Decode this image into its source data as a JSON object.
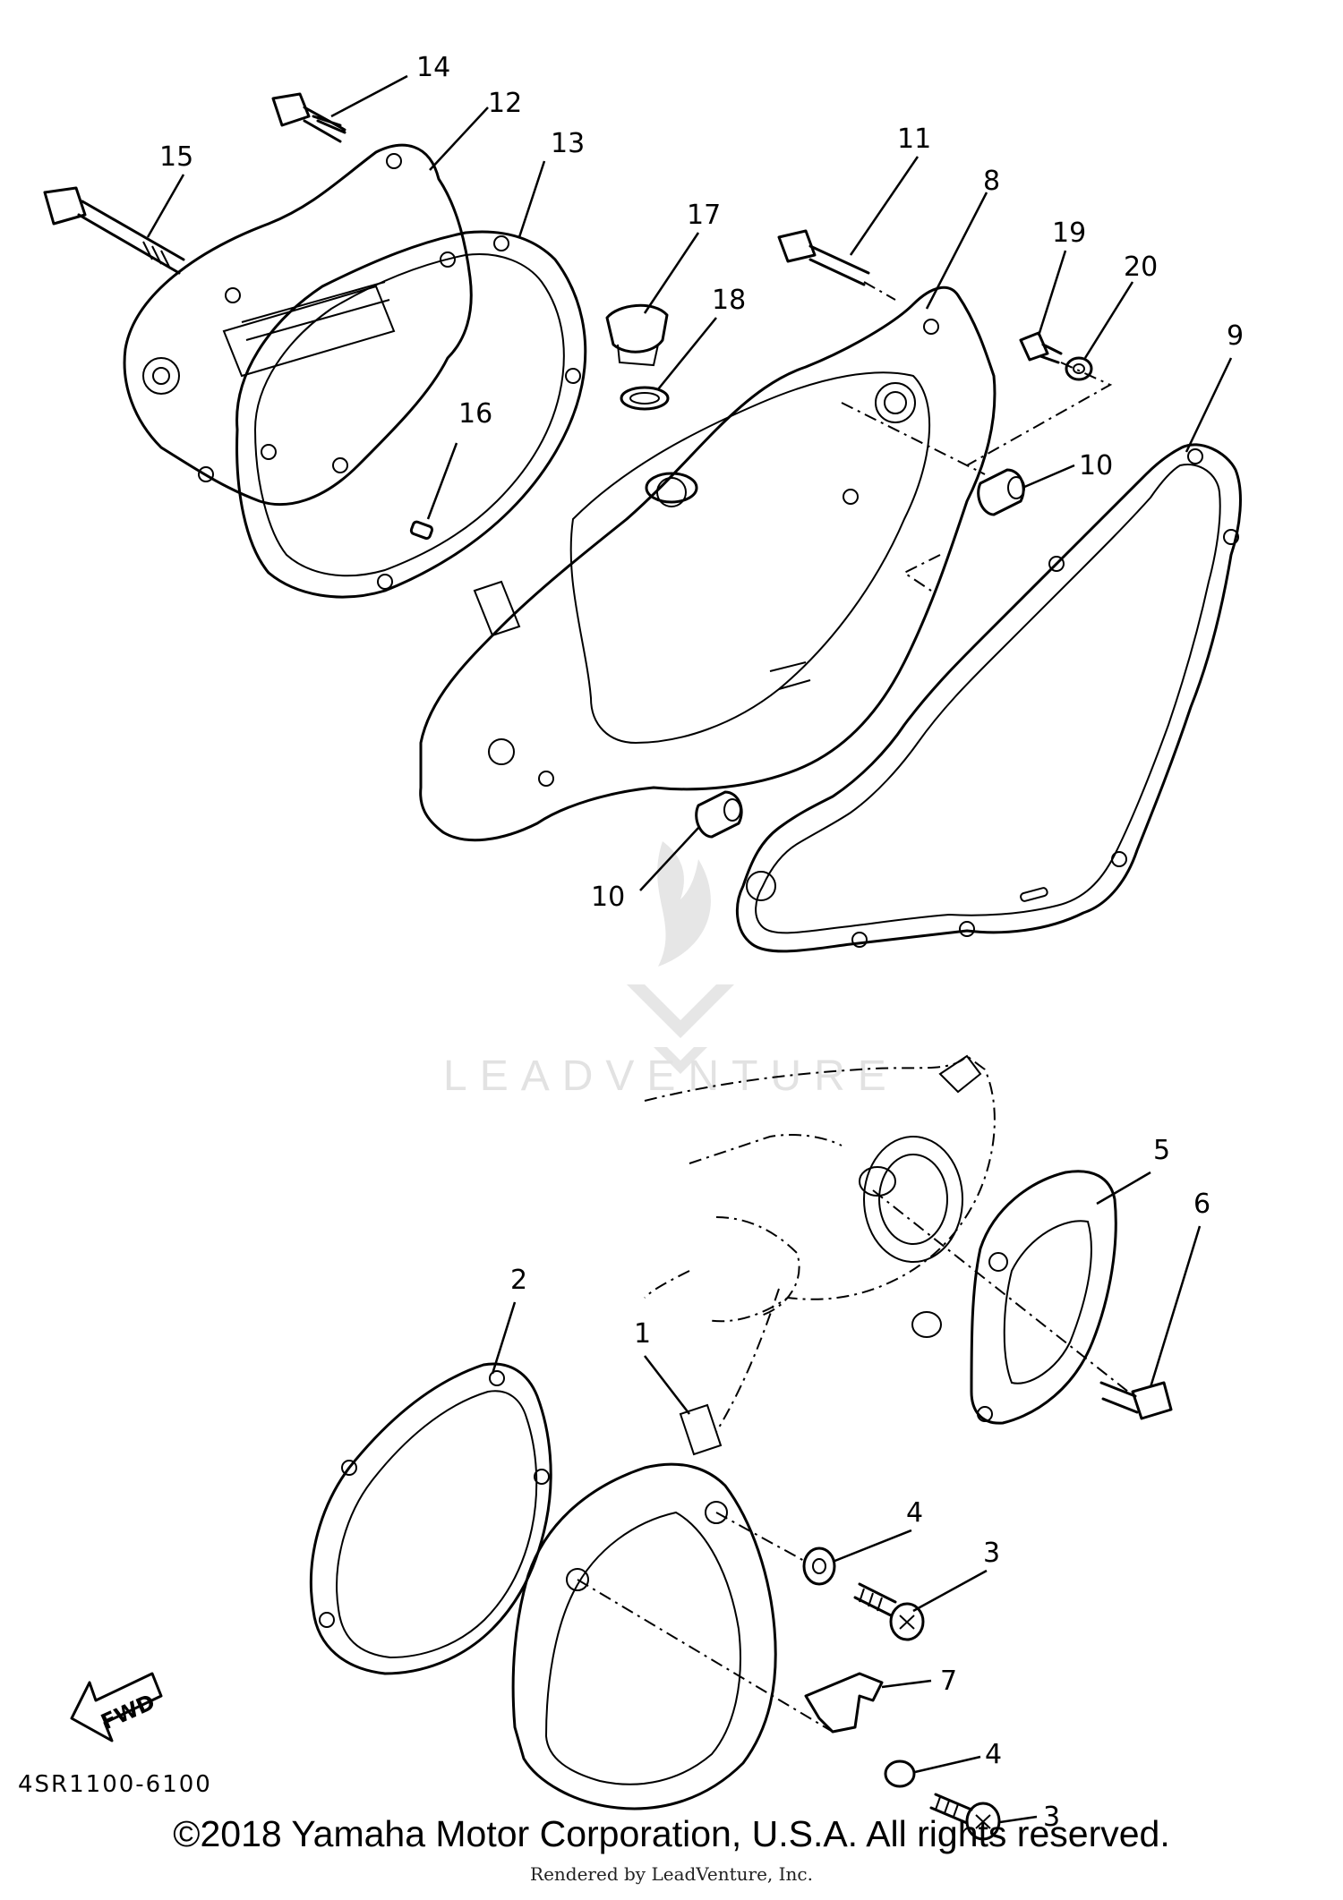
{
  "diagram": {
    "code": "4SR1100-6100",
    "fwd_label": "FWD",
    "watermark": "LEADVENTURE",
    "callouts": [
      "14",
      "12",
      "13",
      "15",
      "11",
      "8",
      "17",
      "18",
      "19",
      "20",
      "9",
      "16",
      "10",
      "10",
      "5",
      "6",
      "2",
      "1",
      "4",
      "3",
      "7",
      "4",
      "3"
    ]
  },
  "footer": {
    "copyright": "©2018 Yamaha Motor Corporation, U.S.A. All rights reserved.",
    "rendered_by": "Rendered by LeadVenture, Inc."
  }
}
